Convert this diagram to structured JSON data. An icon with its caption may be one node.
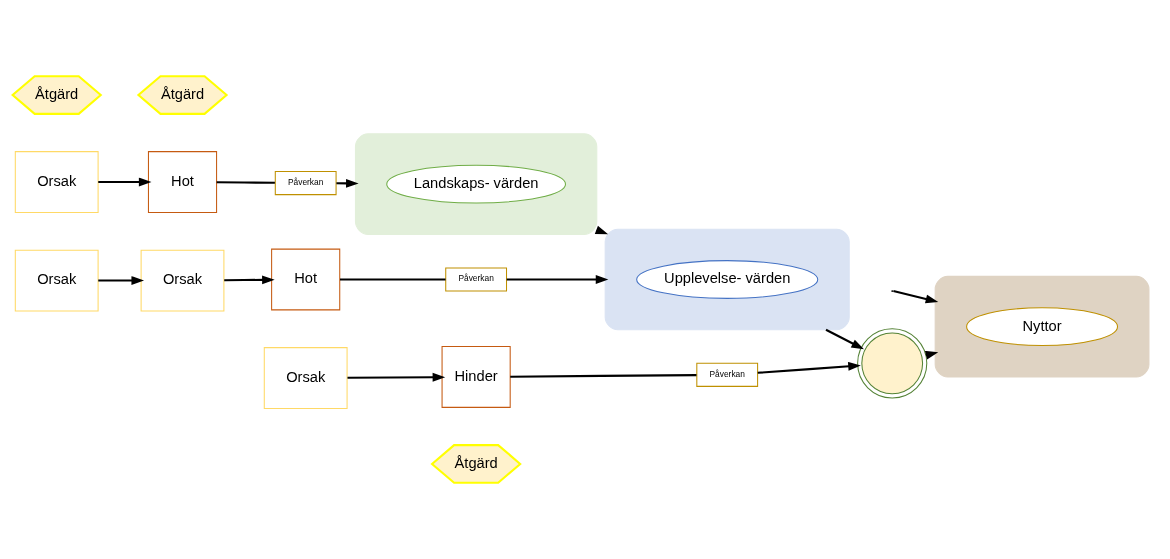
{
  "diagram": {
    "nodes": [
      {
        "text": [
          "Åtgärd"
        ]
      },
      {
        "text": [
          "Hinder"
        ]
      },
      {
        "text": [
          "Orsak"
        ]
      },
      {
        "text": [
          "Påverkan"
        ]
      },
      {
        "text": [
          "Åtgärd"
        ]
      },
      {
        "text": [
          "Orsak"
        ]
      },
      {
        "text": [
          "Hot"
        ]
      },
      {
        "text": [
          "Påverkan"
        ]
      },
      {
        "text": [],
        "shape": "box"
      },
      {
        "text": [
          "Landskaps- värden"
        ],
        "in": 8
      },
      {
        "text": [],
        "shape": "box"
      },
      {
        "text": [
          "Upplevelse- värden"
        ],
        "in": 10
      },
      {
        "text": [],
        "shape": "circle"
      },
      {
        "text": [],
        "shape": "box"
      },
      {
        "text": [
          "Nyttor"
        ],
        "in": 13
      },
      {
        "text": [
          "Åtgärd"
        ]
      },
      {
        "text": [
          "Orsak"
        ]
      },
      {
        "text": [
          "Orsak"
        ]
      },
      {
        "text": [
          "Hot"
        ]
      },
      {
        "text": [
          "Påverkan"
        ]
      }
    ],
    "edges": [
      {
        "from": 2,
        "to": 1,
        "arrow": "to"
      },
      {
        "from": 1,
        "to": 3,
        "arrow": "none"
      },
      {
        "from": 3,
        "to": 12,
        "arrow": "to"
      },
      {
        "from": 5,
        "to": 6,
        "arrow": "to"
      },
      {
        "from": 6,
        "to": 7,
        "arrow": "none"
      },
      {
        "from": 7,
        "to": 8,
        "arrow": "to"
      },
      {
        "from": 8,
        "to": 10,
        "arrow": "to"
      },
      {
        "from": 10,
        "to": 12,
        "arrow": "to"
      },
      {
        "from": 12,
        "to": 13,
        "arrow": "to"
      },
      {
        "from": null,
        "to": 13,
        "arrow": "to"
      },
      {
        "from": 16,
        "to": 17,
        "arrow": "to"
      },
      {
        "from": 17,
        "to": 18,
        "arrow": "to"
      },
      {
        "from": 18,
        "to": 19,
        "arrow": "none"
      },
      {
        "from": 19,
        "to": 10,
        "arrow": "to"
      }
    ]
  }
}
